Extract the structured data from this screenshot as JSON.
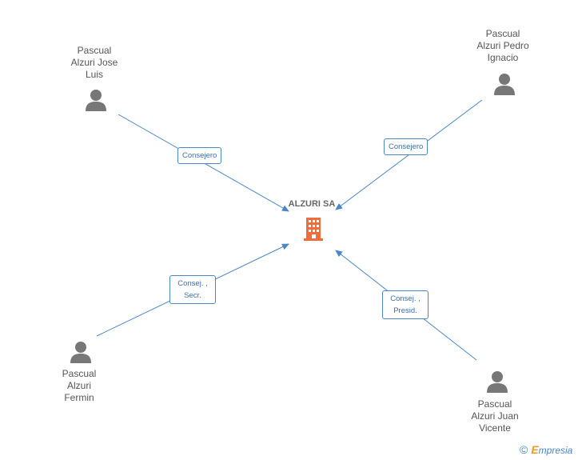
{
  "company": {
    "name": "ALZURI SA",
    "icon": "building-icon",
    "color": "#f26b3a"
  },
  "people": [
    {
      "id": "p1",
      "name_lines": [
        "Pascual",
        "Alzuri Jose",
        "Luis"
      ],
      "icon": "person-icon"
    },
    {
      "id": "p2",
      "name_lines": [
        "Pascual",
        "Alzuri Pedro",
        "Ignacio"
      ],
      "icon": "person-icon"
    },
    {
      "id": "p3",
      "name_lines": [
        "Pascual",
        "Alzuri",
        "Fermin"
      ],
      "icon": "person-icon"
    },
    {
      "id": "p4",
      "name_lines": [
        "Pascual",
        "Alzuri Juan",
        "Vicente"
      ],
      "icon": "person-icon"
    }
  ],
  "relations": [
    {
      "from": "p1",
      "label_lines": [
        "Consejero"
      ]
    },
    {
      "from": "p2",
      "label_lines": [
        "Consejero"
      ]
    },
    {
      "from": "p3",
      "label_lines": [
        "Consej. ,",
        "Secr."
      ]
    },
    {
      "from": "p4",
      "label_lines": [
        "Consej. ,",
        "Presid."
      ]
    }
  ],
  "colors": {
    "edge": "#4a86c8",
    "person": "#777777",
    "text": "#555555"
  },
  "watermark": {
    "symbol": "©",
    "brand_initial": "E",
    "brand_rest": "mpresia"
  }
}
